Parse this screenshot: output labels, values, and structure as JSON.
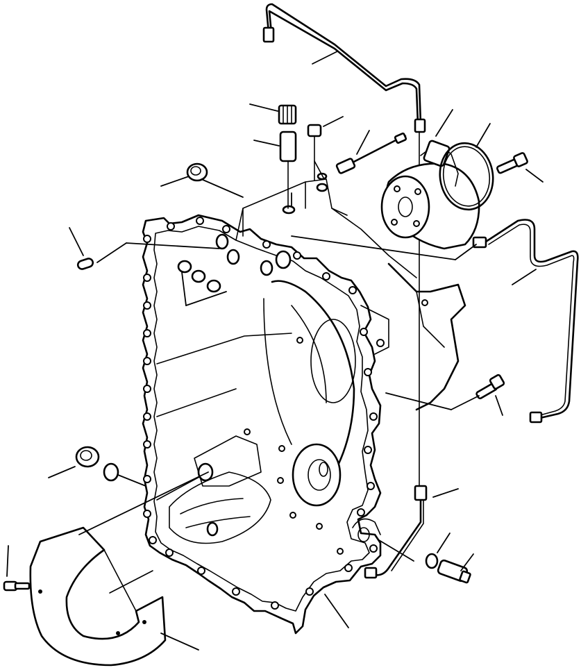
{
  "diagram": {
    "kind": "exploded-parts-view",
    "subject": "transmission-front-housing",
    "callout_labels_visible": false,
    "colors": {
      "line": "#000000",
      "background": "#ffffff"
    }
  },
  "parts": [
    "upper-pipe",
    "lower-right-pipe",
    "vertical-pipe",
    "lower-pipe",
    "filler-cap",
    "sleeve",
    "plug-small",
    "pressure-sensor",
    "pump-assembly",
    "seal-ring",
    "bolt-upper",
    "bolt-middle",
    "bolt-lower",
    "plug-left",
    "dowel-pin",
    "o-ring-set",
    "drain-plug",
    "o-ring-drain",
    "guard-plate",
    "housing",
    "switch",
    "washer"
  ]
}
